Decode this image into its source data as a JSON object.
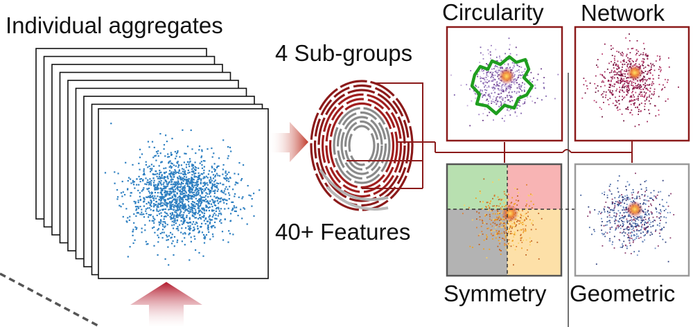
{
  "title": "Individual aggregates",
  "subgroups_label": "4 Sub-groups",
  "features_label": "40+ Features",
  "panels": {
    "circularity": "Circularity",
    "network": "Network",
    "symmetry": "Symmetry",
    "geometric": "Geometric"
  },
  "colors": {
    "scatter": "#2d7fc1",
    "frame_red": "#8b1a1a",
    "arrow_red": "#c0392b",
    "contour_green": "#1f9e1f",
    "frame_gray": "#9a9a9a",
    "q_green": "#b8e0b0",
    "q_red": "#f8b4b4",
    "q_gray": "#b3b3b3",
    "q_orange": "#fde0a8"
  },
  "icons": [
    "fingerprint-icon",
    "right-arrow-icon",
    "up-arrow-icon"
  ]
}
